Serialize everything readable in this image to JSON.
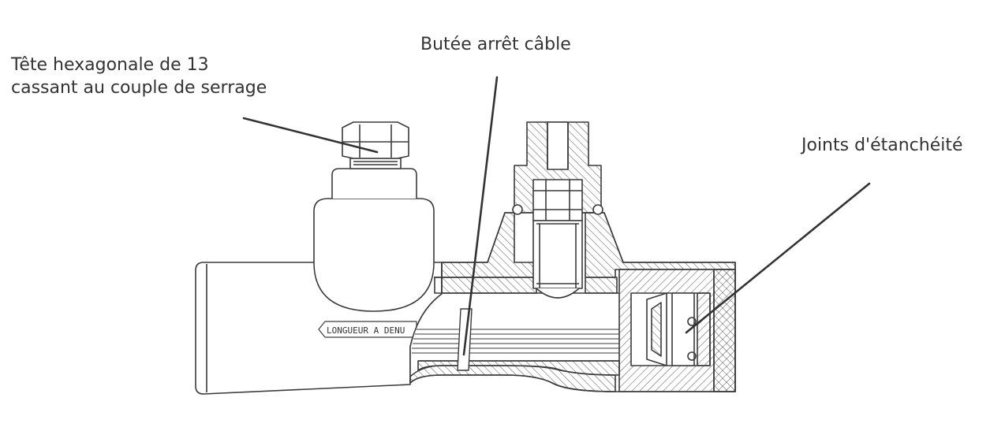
{
  "annotations": {
    "head": {
      "line1": "Tête hexagonale de 13",
      "line2": "cassant au couple de serrage"
    },
    "cable_stop": "Butée arrêt câble",
    "seals": "Joints d'étanchéité"
  },
  "engraving": "LONGUEUR A DENU",
  "colors": {
    "outline": "#3a3a3a",
    "leader": "#333333",
    "text": "#333333",
    "hatch": "#555555"
  }
}
